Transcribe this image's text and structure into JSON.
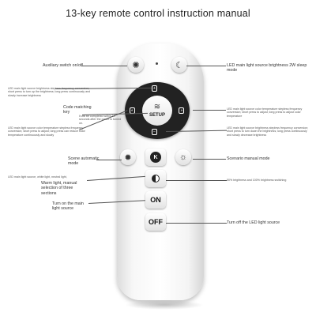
{
  "title": "13-key remote control instruction manual",
  "remote": {
    "setup_label": "SETUP",
    "buttons": {
      "auxiliary_icon": "light-bulb-icon",
      "sleep_icon": "moon-icon",
      "brightness_up_tag": "+",
      "brightness_down_tag": "−",
      "color_temp_warm_tag": "◐",
      "color_temp_cool_tag": "◑",
      "scene_icon": "sun-icon",
      "mode_label": "K",
      "scenario_icon": "sun-outline-icon",
      "on_label": "ON",
      "off_label": "OFF"
    }
  },
  "annotations": {
    "auxiliary_switch": "Auxiliary switch on/off",
    "sleep_mode": "LED main light source brightness 2W sleep mode",
    "brightness_note": "LED main light source brightness stepless frequency conversion; short press to turn up the brightness; long press continuously and slowly increase brightness",
    "code_matching_key": "Code matching key",
    "code_matching_note": "It will be completed within 10 seconds after the power is turned on.",
    "color_temp_left_note": "LED main light source color temperature stepless frequency conversion; short press to adjust; long press can reduce color temperature continuously and slowly",
    "color_temp_right_note": "LED main light source color temperature stepless frequency conversion; short press to adjust; long press to adjust color temperature",
    "brightness_right_note": "LED main light source brightness stepless frequency conversion; short press to turn down the brightness; long press continuously and slowly decrease brightness",
    "scene_automatic_mode": "Scene automatic mode",
    "scenario_manual_mode": "Scenario manual mode",
    "three_sections_note": "LED main light source, white light, neutral light,",
    "warm_light_sections": "Warm light, manual selection of three sections",
    "brightness_switching": "50% brightness and 100% brightness switching",
    "turn_on": "Turn on the main light source",
    "turn_off": "Turn off the LED light source"
  }
}
